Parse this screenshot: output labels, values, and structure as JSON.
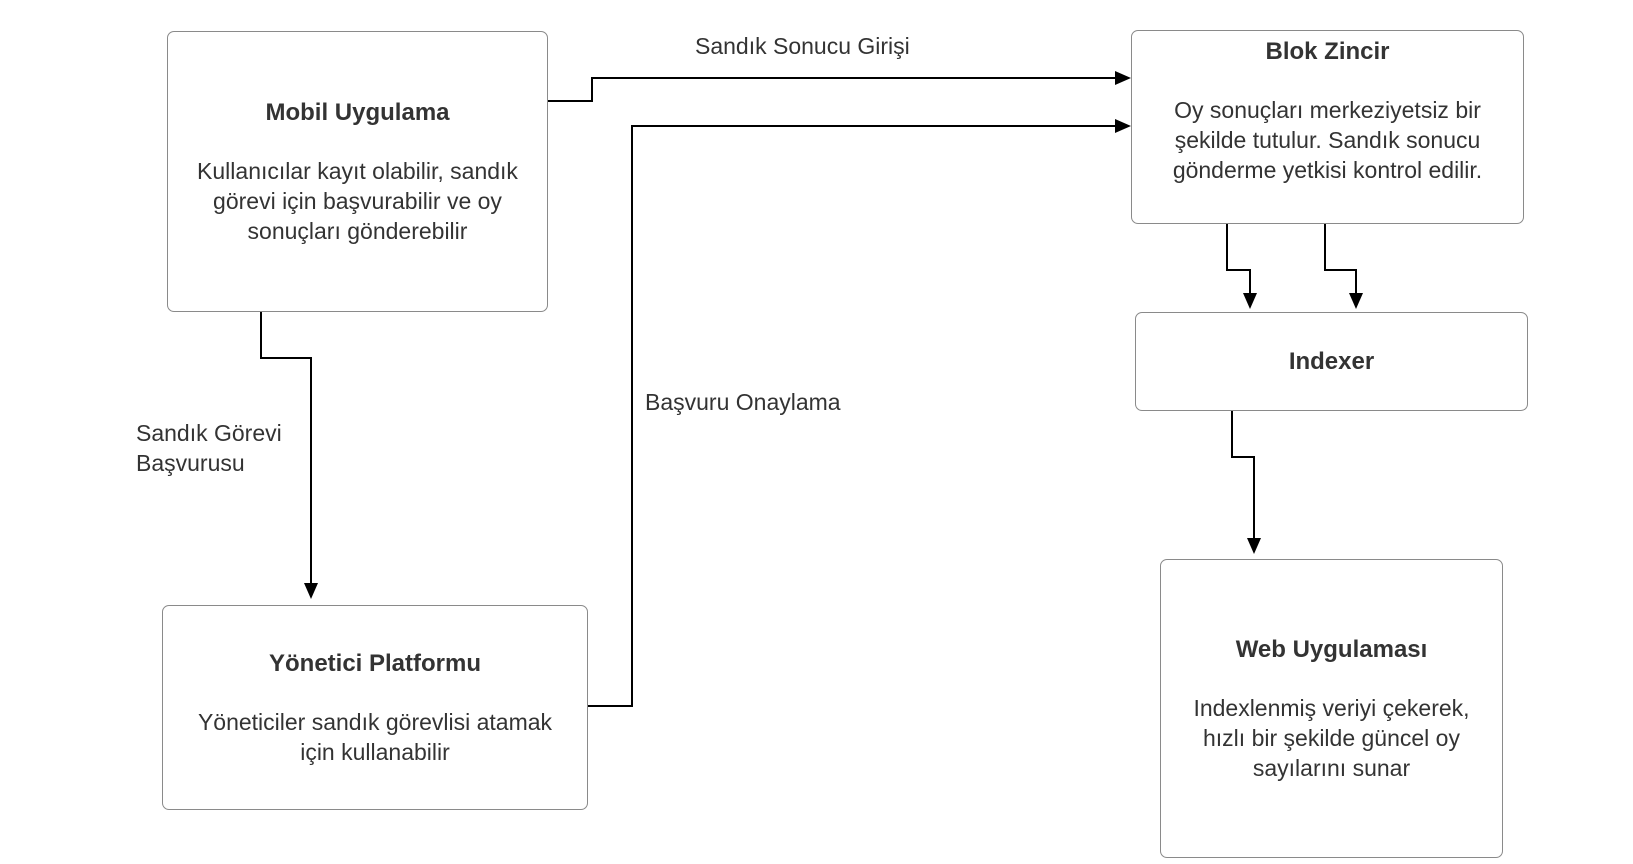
{
  "nodes": {
    "mobile": {
      "title": "Mobil Uygulama",
      "desc": "Kullanıcılar kayıt olabilir, sandık\ngörevi için başvurabilir ve oy\nsonuçları gönderebilir"
    },
    "admin": {
      "title": "Yönetici Platformu",
      "desc": "Yöneticiler sandık görevlisi atamak\niçin kullanabilir"
    },
    "blockchain": {
      "title": "Blok Zincir",
      "desc": "Oy sonuçları merkeziyetsiz bir\nşekilde tutulur. Sandık sonucu\ngönderme yetkisi kontrol edilir."
    },
    "indexer": {
      "title": "Indexer"
    },
    "web": {
      "title": "Web Uygulaması",
      "desc": "Indexlenmiş veriyi çekerek,\nhızlı bir şekilde güncel oy\nsayılarını sunar"
    }
  },
  "edges": {
    "result_entry": "Sandık Sonucu Girişi",
    "approval": "Başvuru Onaylama",
    "duty_application": "Sandık Görevi\nBaşvurusu"
  }
}
